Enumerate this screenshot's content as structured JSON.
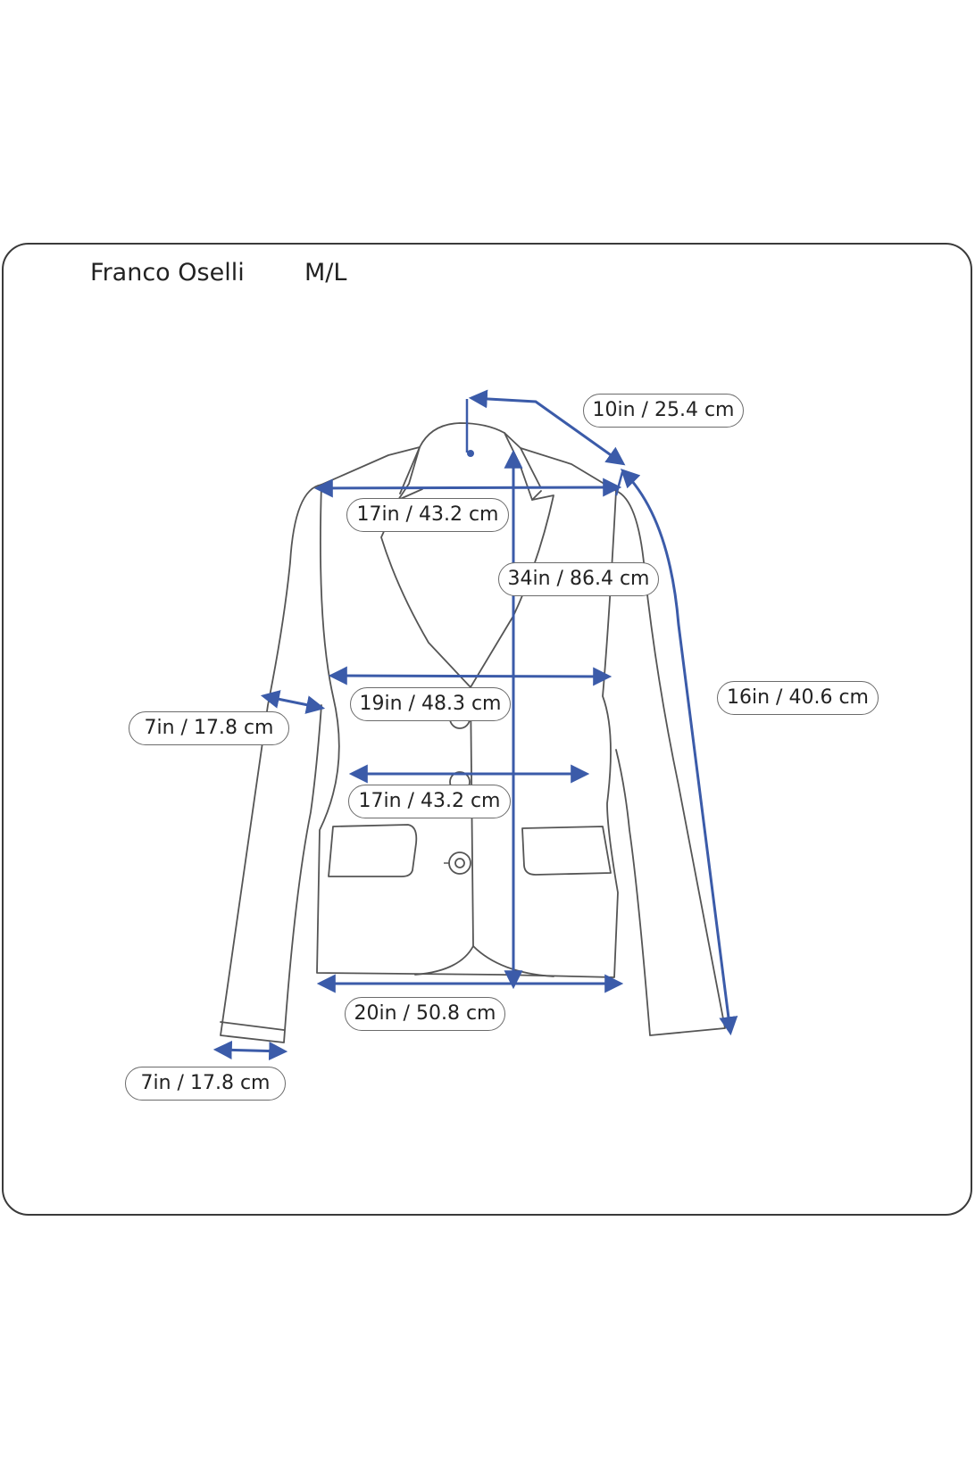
{
  "header": {
    "brand": "Franco Oselli",
    "size": "M/L"
  },
  "colors": {
    "measurement": "#3b5ba9",
    "outline": "#555555",
    "label_border": "#6b6b6b"
  },
  "measurements": {
    "collar": "10in / 25.4 cm",
    "shoulder_width": "17in / 43.2 cm",
    "length": "34in / 86.4 cm",
    "sleeve_length": "16in / 40.6 cm",
    "chest": "19in / 48.3 cm",
    "bicep": "7in / 17.8 cm",
    "waist": "17in / 43.2 cm",
    "hem": "20in / 50.8 cm",
    "cuff": "7in / 17.8 cm"
  }
}
